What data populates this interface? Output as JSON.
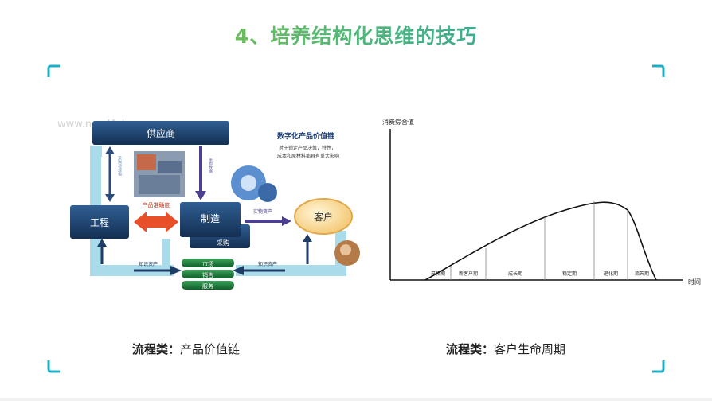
{
  "slide": {
    "title": "4、培养结构化思维的技巧"
  },
  "left_figure": {
    "watermark": "www.newMaker.com",
    "supplier": "供应商",
    "engineering": "工程",
    "manufacturing": "制造",
    "purchasing": "采购",
    "customer": "客户",
    "digital_title": "数字化产品价值链",
    "digital_desc_line1": "对于锁定产品决策，特性，",
    "digital_desc_line2": "成本和原材料都具有重大影响",
    "product_accuracy": "产品准确度",
    "physical_assets": "实物资产",
    "knowledge_assets_left": "知识资产",
    "knowledge_assets_right": "知识资产",
    "market": "市场",
    "sales": "销售",
    "service": "服务",
    "vertical_left_label": "采购与规格",
    "vertical_mid_label": "采购数据"
  },
  "right_figure": {
    "ylabel": "消费综合值",
    "xlabel": "时间",
    "phases": [
      "开拓期",
      "新客户期",
      "成长期",
      "稳定期",
      "退化期",
      "流失期"
    ]
  },
  "captions": {
    "left_prefix": "流程类：",
    "left_text": "产品价值链",
    "right_prefix": "流程类：",
    "right_text": "客户生命周期"
  },
  "colors": {
    "accent_green": "#9cc922",
    "accent_teal": "#1597b8",
    "box_navy": "#1d3d66",
    "arrow_light_blue": "#9fd6ea",
    "accent_red": "#e8502a",
    "button_green": "#1a7a3a"
  }
}
